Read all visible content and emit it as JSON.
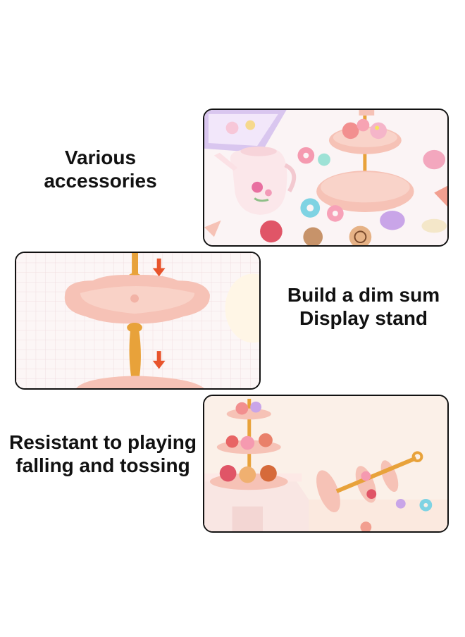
{
  "sections": [
    {
      "caption_lines": [
        "Various",
        "accessories"
      ]
    },
    {
      "caption_lines": [
        "Build a dim sum",
        "Display stand"
      ]
    },
    {
      "caption_lines": [
        "Resistant to playing",
        "falling and tossing"
      ]
    }
  ],
  "colors": {
    "pink": "#f6c2b6",
    "pink_dark": "#e9a596",
    "gold": "#e8a23a",
    "arrow": "#e8542c",
    "border": "#111111"
  }
}
